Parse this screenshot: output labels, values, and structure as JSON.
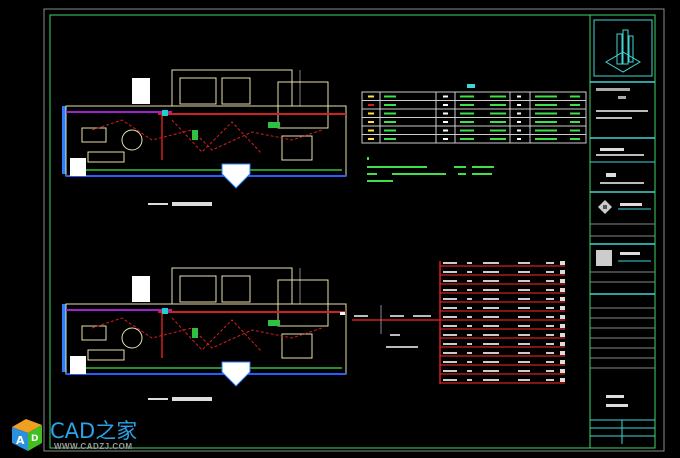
{
  "watermark": {
    "brand": "CAD之家",
    "url": "WWW.CADZJ.COM",
    "cube_letters": "AD"
  },
  "drawing": {
    "plans": [
      {
        "id": "upper-plan"
      },
      {
        "id": "lower-plan"
      }
    ],
    "circuit_rows": 14,
    "legend_rows": 6,
    "colors": {
      "frame": "#3fd46a",
      "outer_frame": "#8a8a8a",
      "title_block_band": "#3fd6d6",
      "wire": "#d02020",
      "wall": "#e8e0b0",
      "text": "#3fe04a",
      "purple": "#a020d0",
      "blue": "#2060ff"
    }
  }
}
